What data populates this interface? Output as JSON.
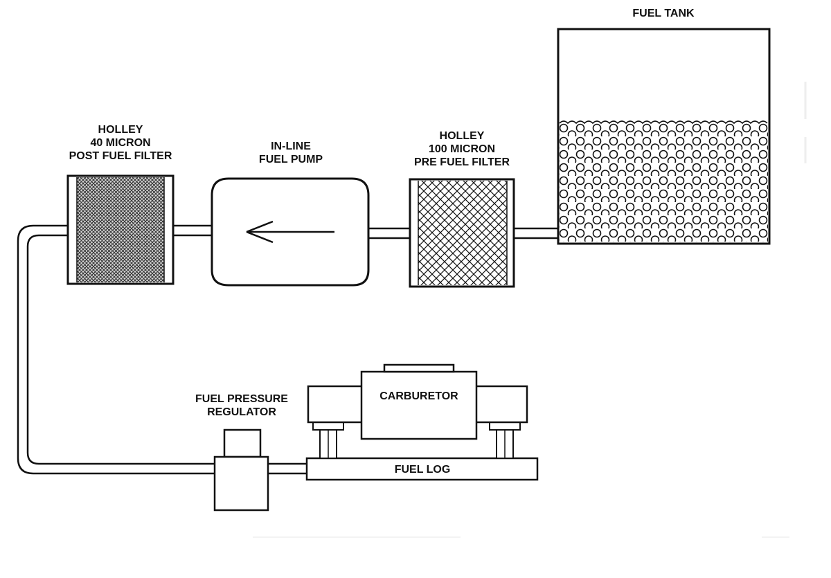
{
  "labels": {
    "fuel_tank": "FUEL TANK",
    "post_filter": [
      "HOLLEY",
      "40 MICRON",
      "POST FUEL FILTER"
    ],
    "fuel_pump": [
      "IN-LINE",
      "FUEL PUMP"
    ],
    "pre_filter": [
      "HOLLEY",
      "100 MICRON",
      "PRE FUEL FILTER"
    ],
    "regulator": [
      "FUEL PRESSURE",
      "REGULATOR"
    ],
    "carburetor": "CARBURETOR",
    "fuel_log": "FUEL LOG"
  },
  "colors": {
    "stroke": "#111111",
    "background": "#ffffff",
    "fine_mesh": "#333333"
  },
  "icons": {
    "flow_direction": "arrow-left-icon"
  }
}
